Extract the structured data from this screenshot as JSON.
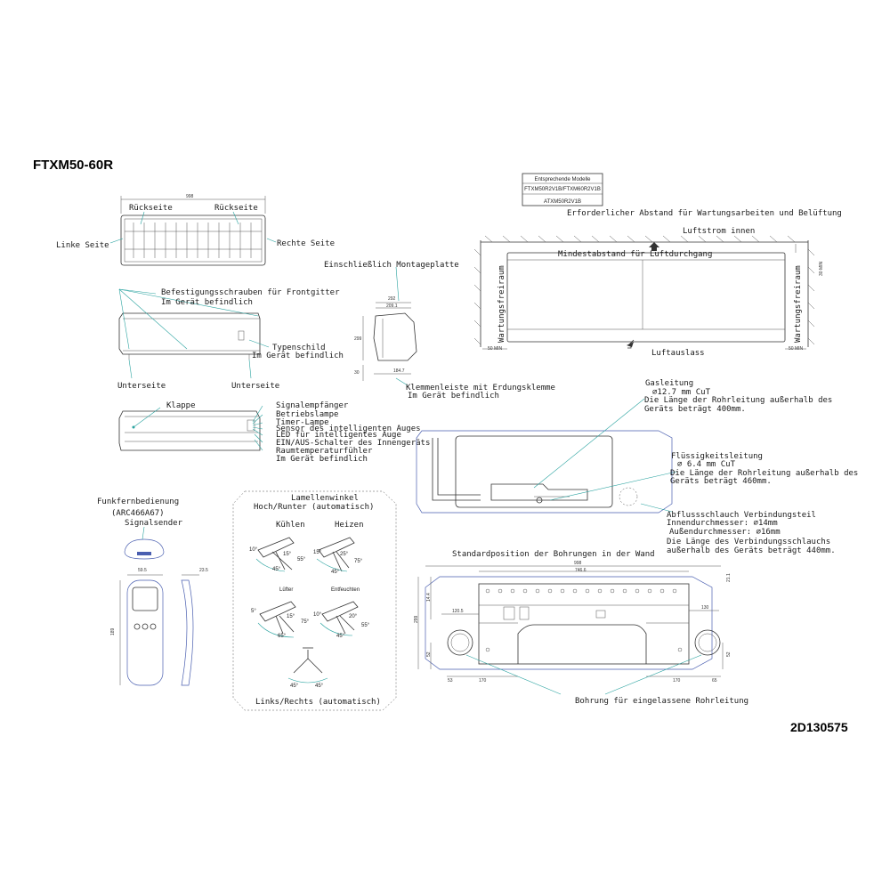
{
  "header": {
    "model": "FTXM50-60R",
    "drawing_no": "2D130575"
  },
  "top_unit": {
    "width_dim": "998",
    "back_left": "Rückseite",
    "back_right": "Rückseite",
    "left_side": "Linke Seite",
    "right_side": "Rechte Seite"
  },
  "front_unit": {
    "screws": "Befestigungsschrauben für Frontgitter",
    "screws_sub": "Im Gerät befindlich",
    "nameplate": "Typenschild",
    "nameplate_sub": "Im Gerät befindlich",
    "bottom_left": "Unterseite",
    "bottom_right": "Unterseite"
  },
  "side_unit": {
    "incl_plate": "Einschließlich Montageplatte",
    "dim_292": "292",
    "dim_209": "209.1",
    "dim_299": "299",
    "dim_30": "30",
    "dim_184": "184.7",
    "terminal": "Klemmenleiste mit Erdungsklemme",
    "terminal_sub": "Im Gerät befindlich"
  },
  "models_box": {
    "header": "Entsprechende Modelle",
    "row1": "FTXM50R2V1B/FTXM60R2V1B",
    "row2": "ATXM50R2V1B"
  },
  "clearance": {
    "title": "Erforderlicher Abstand für Wartungsarbeiten und Belüftung",
    "air_in": "Luftstrom innen",
    "min_dist": "Mindestabstand für Luftdurchgang",
    "service_left": "Wartungsfreiraum",
    "service_right": "Wartungsfreiraum",
    "air_out": "Luftauslass",
    "min_left": "50 MIN",
    "min_right": "50 MIN",
    "min_top": "30 MIN"
  },
  "bottom_unit": {
    "flap": "Klappe",
    "labels": [
      "Signalempfänger",
      "Betriebslampe",
      "Timer-Lampe",
      "Sensor des intelligenten Auges",
      "LED für intelligentes Auge",
      "EIN/AUS-Schalter des Innengeräts",
      "Raumtemperaturfühler",
      "Im Gerät befindlich"
    ]
  },
  "piping": {
    "gas": "Gasleitung",
    "gas_dia": "∅12.7 mm CuT",
    "gas_len1": "Die Länge der Rohrleitung außerhalb des",
    "gas_len2": "Geräts beträgt 400mm.",
    "liquid": "Flüssigkeitsleitung",
    "liquid_dia": "∅ 6.4 mm CuT",
    "liquid_len1": "Die Länge der Rohrleitung außerhalb des",
    "liquid_len2": "Geräts beträgt 460mm.",
    "drain": "Abflussschlauch  Verbindungsteil",
    "drain_inner": "Innendurchmesser: ∅14mm",
    "drain_outer": "Außendurchmesser: ∅16mm",
    "drain_len1": "Die Länge des Verbindungsschlauchs",
    "drain_len2": "außerhalb des Geräts beträgt 440mm."
  },
  "remote": {
    "title": "Funkfernbedienung",
    "model": "(ARC466A67)",
    "sender": "Signalsender",
    "dim_w": "59.5",
    "dim_d": "23.5",
    "dim_h": "189"
  },
  "louver": {
    "title1": "Lamellenwinkel",
    "title2": "Hoch/Runter (automatisch)",
    "cool": "Kühlen",
    "heat": "Heizen",
    "fan": "Lüfter",
    "dry": "Entfeuchten",
    "lr": "Links/Rechts (automatisch)",
    "cool_a": [
      "10°",
      "15°",
      "55°",
      "45°"
    ],
    "heat_a": [
      "15°",
      "25°",
      "75°",
      "45°"
    ],
    "fan_a": [
      "5°",
      "15°",
      "75°",
      "65°"
    ],
    "dry_a": [
      "10°",
      "20°",
      "55°",
      "45°"
    ],
    "lr_a": [
      "45°",
      "45°"
    ]
  },
  "wallplate": {
    "title": "Standardposition der Bohrungen in der Wand",
    "dim_998": "998",
    "dim_746": "746.6",
    "dim_1205": "120.5",
    "dim_130": "130",
    "dim_299": "299",
    "dim_144": "14.4",
    "dim_211": "21.1",
    "dim_52a": "52",
    "dim_52b": "52",
    "dim_53": "53",
    "dim_170a": "170",
    "dim_170b": "170",
    "dim_65": "65",
    "hole_label": "Bohrung für eingelassene Rohrleitung"
  }
}
